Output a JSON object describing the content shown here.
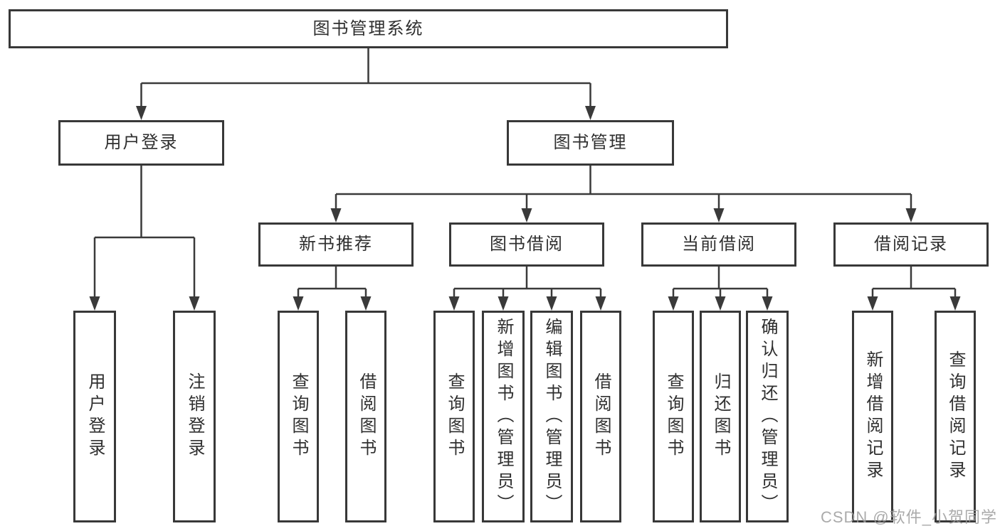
{
  "diagram": {
    "type": "tree",
    "title": "图书管理系统",
    "nodes": [
      {
        "id": "root",
        "label": "图书管理系统",
        "level": 1
      },
      {
        "id": "user-login",
        "label": "用户登录",
        "level": 2
      },
      {
        "id": "book-mgmt",
        "label": "图书管理",
        "level": 2
      },
      {
        "id": "new-book-rec",
        "label": "新书推荐",
        "level": 3
      },
      {
        "id": "book-borrow",
        "label": "图书借阅",
        "level": 3
      },
      {
        "id": "current-borrow",
        "label": "当前借阅",
        "level": 3
      },
      {
        "id": "borrow-record",
        "label": "借阅记录",
        "level": 3
      },
      {
        "id": "leaf-user-login",
        "label": "用户登录",
        "level": 4
      },
      {
        "id": "leaf-logout",
        "label": "注销登录",
        "level": 4
      },
      {
        "id": "leaf-query-book-a",
        "label": "查询图书",
        "level": 4
      },
      {
        "id": "leaf-borrow-book-a",
        "label": "借阅图书",
        "level": 4
      },
      {
        "id": "leaf-query-book-b",
        "label": "查询图书",
        "level": 4
      },
      {
        "id": "leaf-add-book",
        "label": "新增图书（管理员）",
        "level": 4
      },
      {
        "id": "leaf-edit-book",
        "label": "编辑图书（管理员）",
        "level": 4
      },
      {
        "id": "leaf-borrow-book-b",
        "label": "借阅图书",
        "level": 4
      },
      {
        "id": "leaf-query-book-c",
        "label": "查询图书",
        "level": 4
      },
      {
        "id": "leaf-return-book",
        "label": "归还图书",
        "level": 4
      },
      {
        "id": "leaf-confirm-return",
        "label": "确认归还（管理员）",
        "level": 4
      },
      {
        "id": "leaf-add-record",
        "label": "新增借阅记录",
        "level": 4
      },
      {
        "id": "leaf-query-record",
        "label": "查询借阅记录",
        "level": 4
      }
    ],
    "edges": [
      [
        "root",
        "user-login"
      ],
      [
        "root",
        "book-mgmt"
      ],
      [
        "user-login",
        "leaf-user-login"
      ],
      [
        "user-login",
        "leaf-logout"
      ],
      [
        "book-mgmt",
        "new-book-rec"
      ],
      [
        "book-mgmt",
        "book-borrow"
      ],
      [
        "book-mgmt",
        "current-borrow"
      ],
      [
        "book-mgmt",
        "borrow-record"
      ],
      [
        "new-book-rec",
        "leaf-query-book-a"
      ],
      [
        "new-book-rec",
        "leaf-borrow-book-a"
      ],
      [
        "book-borrow",
        "leaf-query-book-b"
      ],
      [
        "book-borrow",
        "leaf-add-book"
      ],
      [
        "book-borrow",
        "leaf-edit-book"
      ],
      [
        "book-borrow",
        "leaf-borrow-book-b"
      ],
      [
        "current-borrow",
        "leaf-query-book-c"
      ],
      [
        "current-borrow",
        "leaf-return-book"
      ],
      [
        "current-borrow",
        "leaf-confirm-return"
      ],
      [
        "borrow-record",
        "leaf-add-record"
      ],
      [
        "borrow-record",
        "leaf-query-record"
      ]
    ]
  },
  "watermark": {
    "text": "CSDN @软件_小贺同学",
    "color": "#9c9c9c"
  },
  "colors": {
    "line": "#3a3a3a",
    "box_border": "#383838",
    "box_fill": "#ffffff",
    "text": "#2f2f2f",
    "background": "#ffffff"
  }
}
